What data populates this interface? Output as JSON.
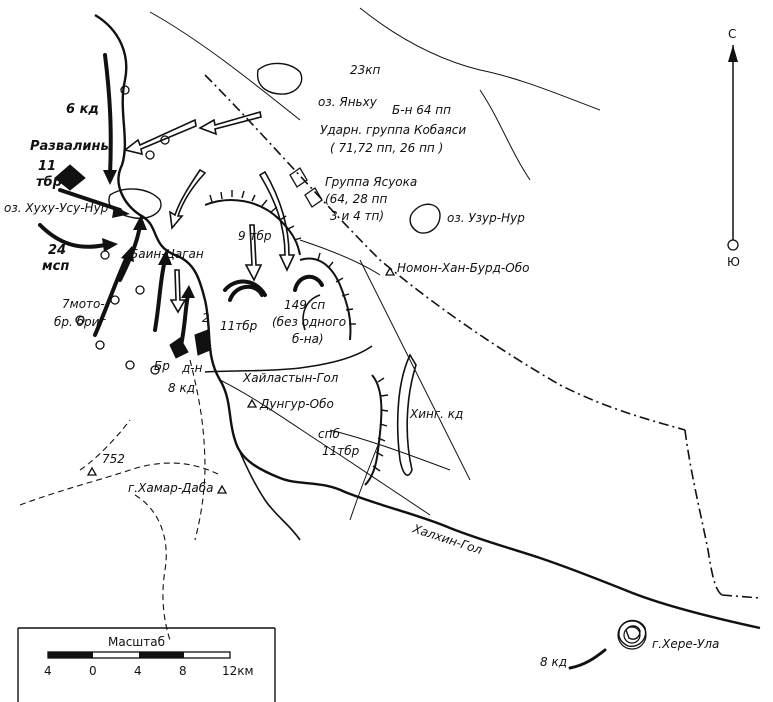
{
  "labels": {
    "kp23": "23кп",
    "lake_yanhu": "оз. Яньху",
    "bn64": "Б-н 64 пп",
    "kobayasi1": "Ударн. группа Кобаяси",
    "kobayasi2": "( 71,72 пп, 26 пп )",
    "yasuoka1": "Группа Ясуока",
    "yasuoka2": "(64, 28 пп",
    "yasuoka3": "3 и 4 тп)",
    "lake_uzur": "оз. Узур-Нур",
    "nomon": "Номон-Хан-Бурд-Обо",
    "kd6": "6 кд",
    "ruins": "Развалины",
    "tbr11_a": "11",
    "tbr11_b": "тбр",
    "lake_huhu": "оз. Хуху-Усу-Нур",
    "msp24_a": "24",
    "msp24_b": "мсп",
    "bain": "Баин-Цаган",
    "tbr9": "9 тбр",
    "moto7_a": "7мото-",
    "moto7_b": "бр. бриг",
    "st149_a": "149 сп",
    "st149_b": "(без одного",
    "st149_c": "б-на)",
    "tbr11_2": "11тбр",
    "num2": "2",
    "br": "Бр",
    "dn": "д-н",
    "kd8_a": "8 кд",
    "hailastyn": "Хайластын-Гол",
    "dungur": "Дунгур-Обо",
    "hing": "Хинг. кд",
    "spb1": "спб",
    "spb2": "11тбр",
    "h752": "752",
    "hamar": "г.Хамар-Даба",
    "halhin": "Халхин-Гол",
    "kd8_b": "8 кд",
    "here": "г.Хере-Ула",
    "north": "С",
    "south": "Ю"
  },
  "scale": {
    "title": "Масштаб",
    "ticks": [
      "4",
      "0",
      "4",
      "8",
      "12км"
    ]
  }
}
